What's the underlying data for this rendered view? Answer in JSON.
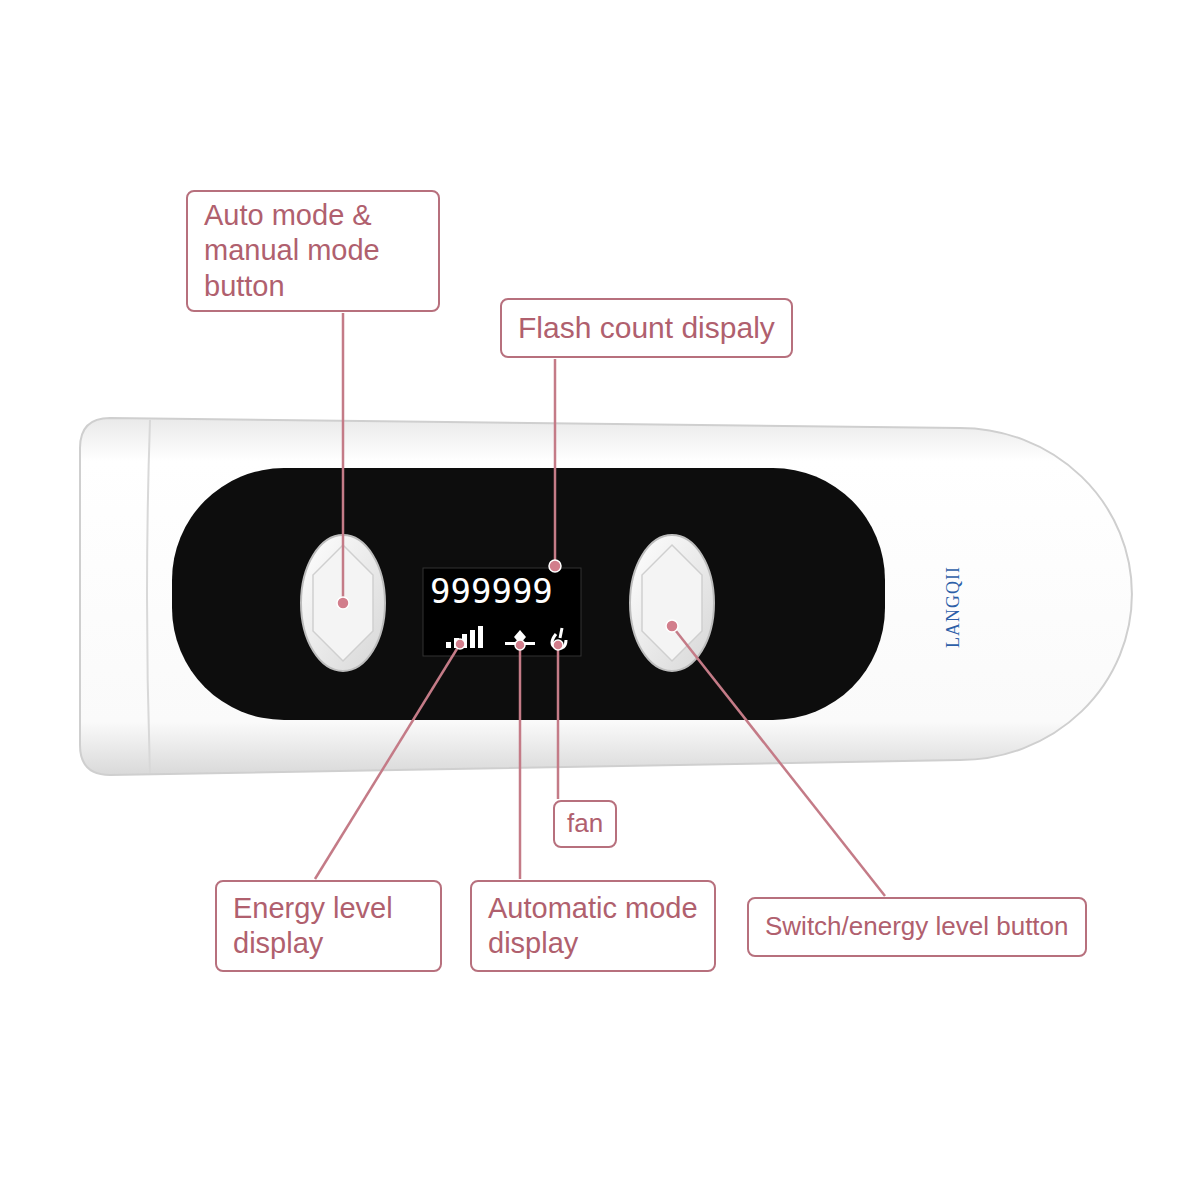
{
  "diagram": {
    "nodes": [
      {
        "text": [
          "Auto mode & manual mode button"
        ]
      },
      {
        "text": [
          "Flash count dispaly"
        ]
      },
      {
        "text": [
          "fan"
        ]
      },
      {
        "text": [
          "Energy level display"
        ]
      },
      {
        "text": [
          "Automatic mode display"
        ]
      },
      {
        "text": [
          "Switch/energy level button"
        ]
      }
    ],
    "labels": [
      "999999",
      "LANGQII"
    ]
  }
}
